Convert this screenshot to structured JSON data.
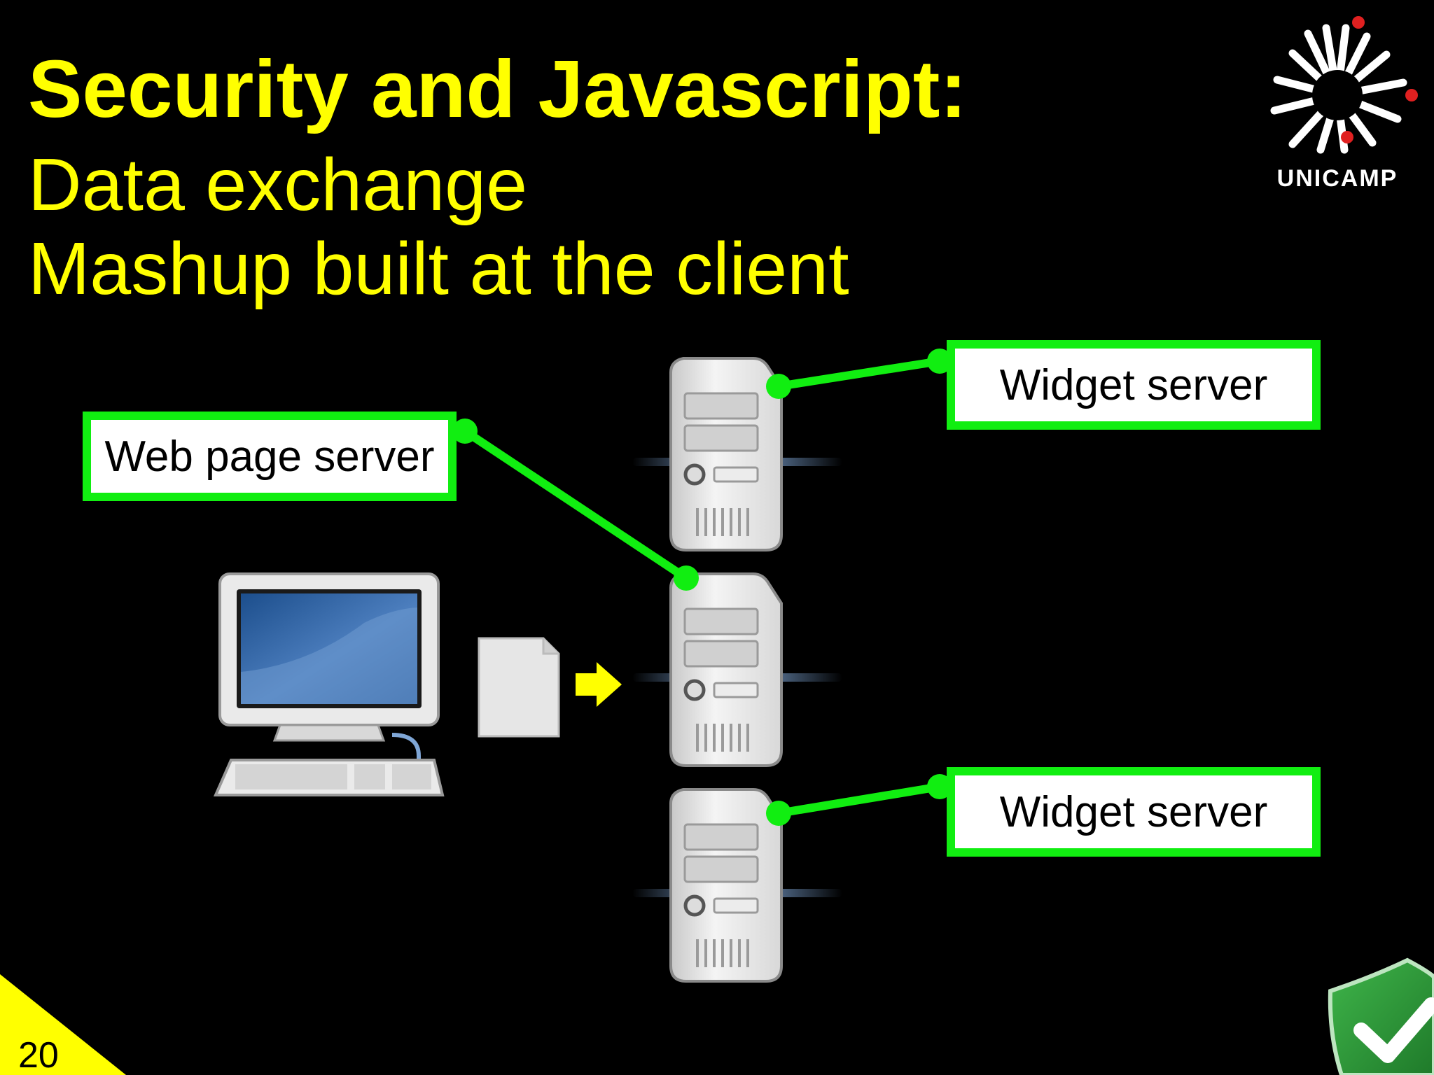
{
  "slide": {
    "title_bold": "Security and Javascript:",
    "subtitle_line1": "Data exchange",
    "subtitle_line2": "Mashup built at the client",
    "page_number": "20"
  },
  "logo": {
    "text": "UNICAMP"
  },
  "diagram": {
    "labels": {
      "web_page_server": "Web page server",
      "widget_server_top": "Widget server",
      "widget_server_bottom": "Widget server"
    }
  },
  "colors": {
    "title": "#ffff00",
    "connector": "#11ee11",
    "background": "#000000",
    "logo_accent": "#e02020"
  },
  "icons": [
    "computer-icon",
    "document-icon",
    "arrow-right-icon",
    "server-icon",
    "shield-check-icon",
    "unicamp-logo"
  ]
}
